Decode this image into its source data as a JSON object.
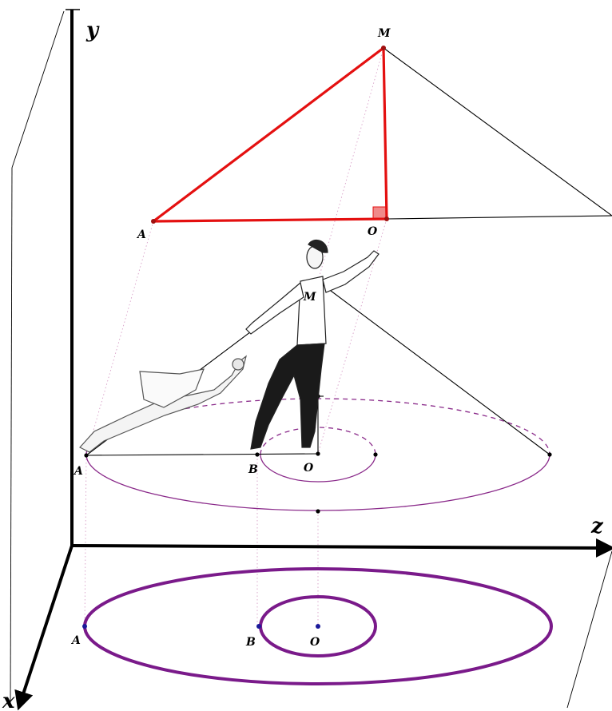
{
  "axes": {
    "x_label": "x",
    "y_label": "y",
    "z_label": "z"
  },
  "top_triangle": {
    "label_M": "M",
    "label_A": "A",
    "label_O": "O"
  },
  "middle_cone": {
    "label_M": "M",
    "label_A": "A",
    "label_B": "B",
    "label_O": "O"
  },
  "bottom_projection": {
    "label_A": "A",
    "label_B": "B",
    "label_O": "O"
  },
  "colors": {
    "triangle": "#e41010",
    "right_angle_fill": "#f08a8a",
    "ellipse_thin": "#8a2a8a",
    "ellipse_thick": "#7a1a8a",
    "axis": "#000000",
    "dotted_guides": "#d8a0c8",
    "center_point": "#1a1a9a"
  },
  "illustration": "figure-skater-pair"
}
